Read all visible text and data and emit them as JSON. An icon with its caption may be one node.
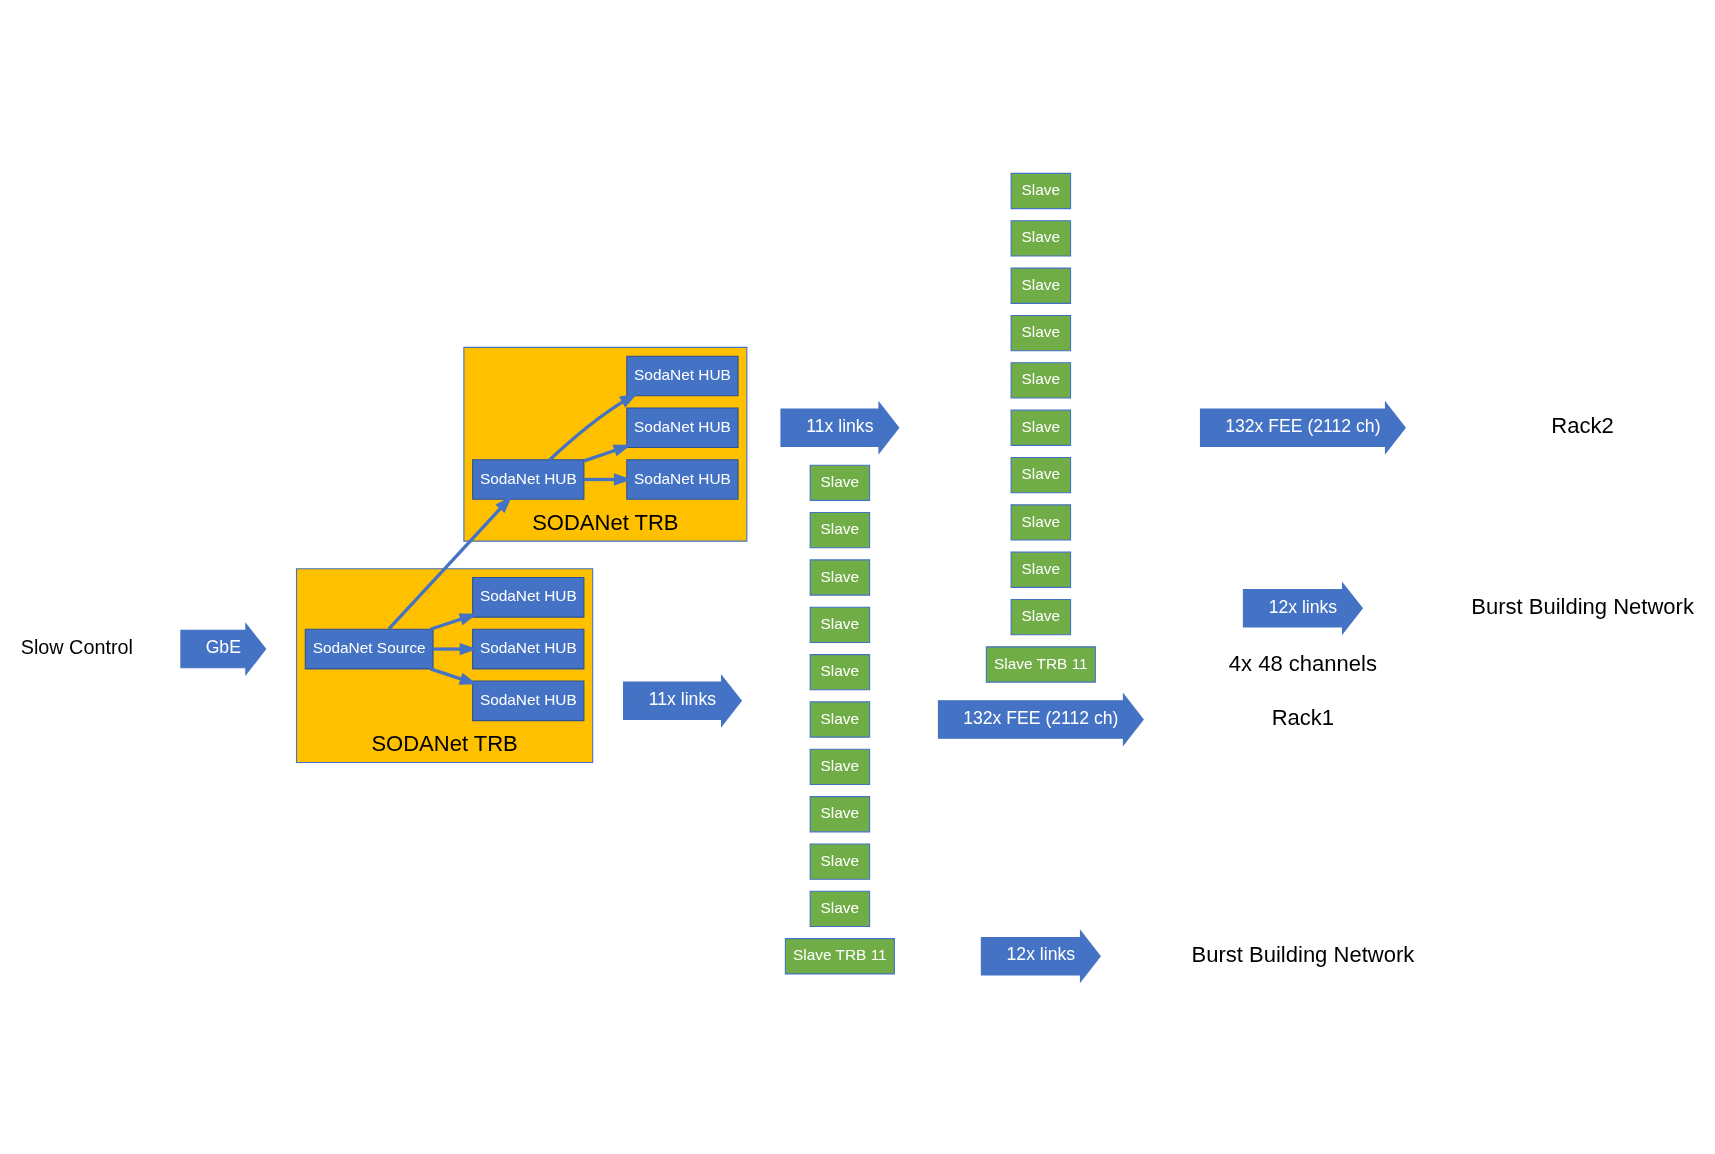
{
  "diagram": {
    "nodes": [
      {
        "text": [
          "SODANet TRB"
        ]
      },
      {
        "text": [
          "SodaNet Source"
        ],
        "in": 0
      },
      {
        "text": [
          "SodaNet HUB"
        ],
        "in": 0
      },
      {
        "text": [
          "SodaNet HUB"
        ],
        "in": 0
      },
      {
        "text": [
          "SodaNet HUB"
        ],
        "in": 0
      },
      {
        "text": [
          "SODANet TRB"
        ]
      },
      {
        "text": [
          "SodaNet HUB"
        ],
        "in": 5
      },
      {
        "text": [
          "SodaNet HUB"
        ],
        "in": 5
      },
      {
        "text": [
          "SodaNet HUB"
        ],
        "in": 5
      },
      {
        "text": [
          "SodaNet HUB"
        ],
        "in": 5
      },
      {
        "text": [
          "GbE"
        ],
        "beside": [
          "Slow Control"
        ]
      },
      {
        "text": [
          "11x links"
        ]
      },
      {
        "text": [
          "Slave"
        ]
      },
      {
        "text": [
          "Slave"
        ]
      },
      {
        "text": [
          "Slave"
        ]
      },
      {
        "text": [
          "Slave"
        ]
      },
      {
        "text": [
          "Slave"
        ]
      },
      {
        "text": [
          "Slave"
        ]
      },
      {
        "text": [
          "Slave"
        ]
      },
      {
        "text": [
          "Slave"
        ]
      },
      {
        "text": [
          "Slave"
        ]
      },
      {
        "text": [
          "Slave"
        ]
      },
      {
        "text": [
          "Slave TRB 11"
        ]
      },
      {
        "text": [
          "12x links"
        ]
      },
      {
        "text": [
          "132x FEE (2112 ch)"
        ]
      },
      {
        "text": [
          "11x links"
        ]
      },
      {
        "text": [
          "Slave"
        ]
      },
      {
        "text": [
          "Slave"
        ]
      },
      {
        "text": [
          "Slave"
        ]
      },
      {
        "text": [
          "Slave"
        ]
      },
      {
        "text": [
          "Slave"
        ]
      },
      {
        "text": [
          "Slave"
        ]
      },
      {
        "text": [
          "Slave"
        ]
      },
      {
        "text": [
          "Slave"
        ]
      },
      {
        "text": [
          "Slave"
        ]
      },
      {
        "text": [
          "Slave"
        ]
      },
      {
        "text": [
          "Slave TRB 11"
        ]
      },
      {
        "text": [
          "12x links"
        ]
      },
      {
        "text": [
          "132x FEE (2112 ch)"
        ]
      }
    ],
    "edges": [
      {
        "from": 1,
        "to": 2,
        "arrow": "to"
      },
      {
        "from": 1,
        "to": 3,
        "arrow": "to"
      },
      {
        "from": 1,
        "to": 4,
        "arrow": "to"
      },
      {
        "from": 1,
        "to": 6,
        "arrow": "to"
      },
      {
        "from": 6,
        "to": 7,
        "arrow": "to"
      },
      {
        "from": 6,
        "to": 8,
        "arrow": "to"
      },
      {
        "from": 6,
        "to": 9,
        "arrow": "to"
      }
    ],
    "labels": [
      "Burst Building Network",
      "Rack1",
      "Rack2",
      "Burst Building Network",
      "4x 48 channels"
    ]
  }
}
